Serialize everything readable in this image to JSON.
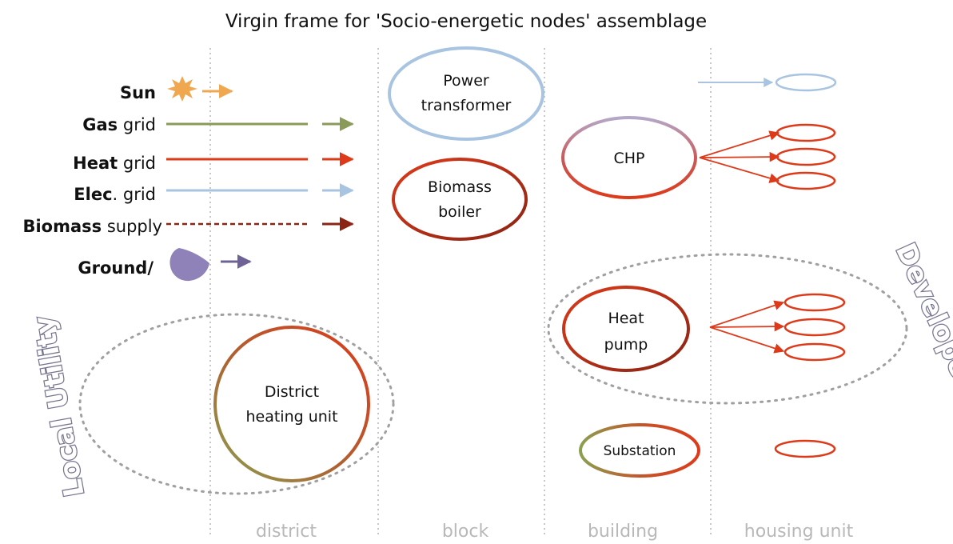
{
  "title": "Virgin frame for 'Socio-energetic nodes' assemblage",
  "legend": [
    {
      "bold": "Sun",
      "rest": ""
    },
    {
      "bold": "Gas",
      "rest": " grid"
    },
    {
      "bold": "Heat",
      "rest": " grid"
    },
    {
      "bold": "Elec",
      "rest": ". grid"
    },
    {
      "bold": "Biomass",
      "rest": " supply"
    },
    {
      "bold": "Ground/",
      "rest": ""
    }
  ],
  "nodes": {
    "power_transformer": [
      "Power",
      "transformer"
    ],
    "biomass_boiler": [
      "Biomass",
      "boiler"
    ],
    "chp": "CHP",
    "heat_pump": [
      "Heat",
      "pump"
    ],
    "district_heating": [
      "District",
      "heating unit"
    ],
    "substation": "Substation"
  },
  "scales": [
    "district",
    "block",
    "building",
    "housing unit"
  ],
  "actors": {
    "local_utility": "Local Utility",
    "developer": "Developer"
  },
  "colors": {
    "sun": "#f0a850",
    "gas": "#8a9a58",
    "heat": "#dd3a1a",
    "elec": "#a8c4e0",
    "biomass": "#8a2414",
    "ground": "#8f82b8",
    "divider": "#c8c8c8",
    "actor_outline": "#75758f"
  }
}
